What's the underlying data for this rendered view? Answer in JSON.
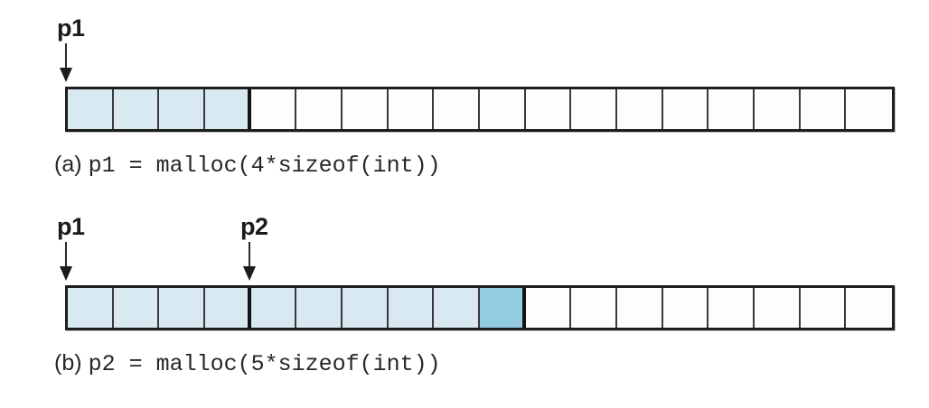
{
  "figure": {
    "title_text": "",
    "total_cells": 18,
    "colors": {
      "alloc_light": "#D8E9F2",
      "alloc_dark": "#94CDE2",
      "empty": "#FDFDFB",
      "border": "#1D1D1D",
      "text": "#272727"
    }
  },
  "panels": [
    {
      "id": "panel-a",
      "caption_tag": "(a)",
      "caption_code": "p1 = malloc(4*sizeof(int))",
      "pointers": [
        {
          "name": "p1",
          "label": "p1",
          "cell_index": 0
        }
      ],
      "cells": [
        {
          "state": "alloc1"
        },
        {
          "state": "alloc1"
        },
        {
          "state": "alloc1"
        },
        {
          "state": "alloc1",
          "block_end": true
        },
        {
          "state": "empty"
        },
        {
          "state": "empty"
        },
        {
          "state": "empty"
        },
        {
          "state": "empty"
        },
        {
          "state": "empty"
        },
        {
          "state": "empty"
        },
        {
          "state": "empty"
        },
        {
          "state": "empty"
        },
        {
          "state": "empty"
        },
        {
          "state": "empty"
        },
        {
          "state": "empty"
        },
        {
          "state": "empty"
        },
        {
          "state": "empty"
        },
        {
          "state": "empty"
        }
      ]
    },
    {
      "id": "panel-b",
      "caption_tag": "(b)",
      "caption_code": "p2 = malloc(5*sizeof(int))",
      "pointers": [
        {
          "name": "p1",
          "label": "p1",
          "cell_index": 0
        },
        {
          "name": "p2",
          "label": "p2",
          "cell_index": 4
        }
      ],
      "cells": [
        {
          "state": "alloc1"
        },
        {
          "state": "alloc1"
        },
        {
          "state": "alloc1"
        },
        {
          "state": "alloc1",
          "block_end": true
        },
        {
          "state": "alloc2"
        },
        {
          "state": "alloc2"
        },
        {
          "state": "alloc2"
        },
        {
          "state": "alloc2"
        },
        {
          "state": "alloc2"
        },
        {
          "state": "alloc2-tail",
          "block_end": true
        },
        {
          "state": "empty"
        },
        {
          "state": "empty"
        },
        {
          "state": "empty"
        },
        {
          "state": "empty"
        },
        {
          "state": "empty"
        },
        {
          "state": "empty"
        },
        {
          "state": "empty"
        },
        {
          "state": "empty"
        }
      ]
    }
  ]
}
